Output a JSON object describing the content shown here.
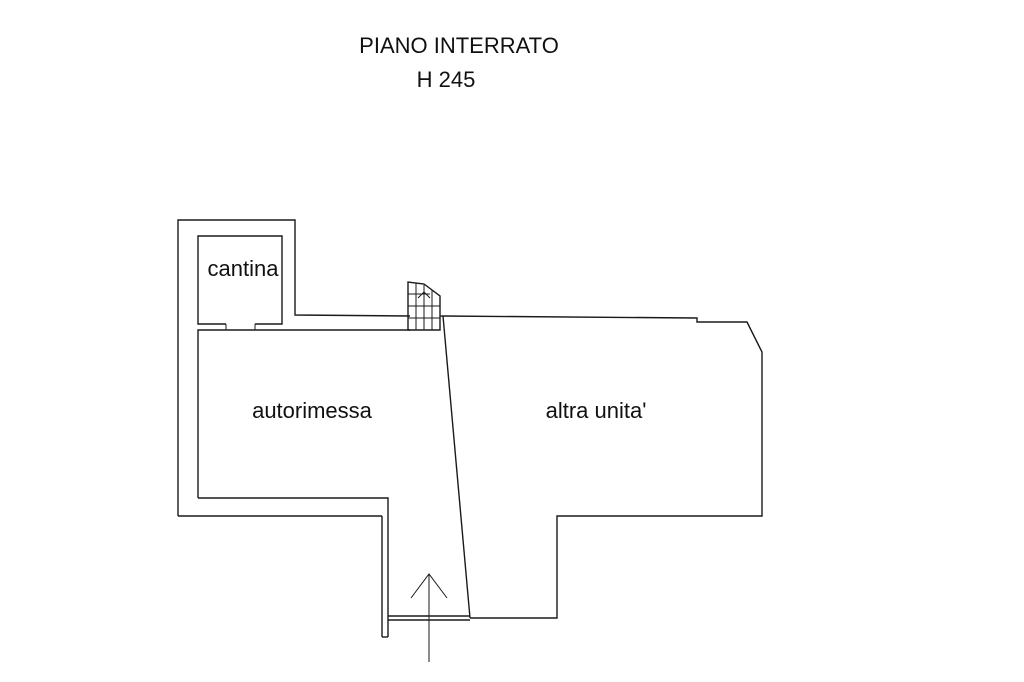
{
  "plan": {
    "title": "PIANO INTERRATO",
    "height_label": "H 245",
    "rooms": {
      "cantina": "cantina",
      "autorimessa": "autorimessa",
      "altra_unita": "altra unita'"
    },
    "icons": {
      "entrance": "entrance-arrow-icon",
      "stair": "stair-icon"
    }
  }
}
